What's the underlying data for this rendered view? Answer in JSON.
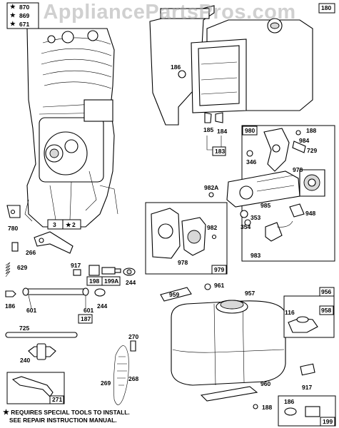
{
  "watermark": "AppliancePartsPros.com",
  "callouts": {
    "c870": "870",
    "c869": "869",
    "c671": "671",
    "c180": "180",
    "c186a": "186",
    "c185": "185",
    "c184": "184",
    "c183": "183",
    "c980": "980",
    "c188a": "188",
    "c984": "984",
    "c729": "729",
    "c346": "346",
    "c978a": "978",
    "c982a": "982A",
    "c985": "985",
    "c353": "353",
    "c354": "354",
    "c948": "948",
    "c983": "983",
    "c982": "982",
    "c978b": "978",
    "c979": "979",
    "c780": "780",
    "c3": "3",
    "c2": "2",
    "c266": "266",
    "c629": "629",
    "c917a": "917",
    "c198": "198",
    "c199a": "199A",
    "c244a": "244",
    "c186b": "186",
    "c601a": "601",
    "c601b": "601",
    "c244b": "244",
    "c187": "187",
    "c725": "725",
    "c240": "240",
    "c270": "270",
    "c268": "268",
    "c269": "269",
    "c271": "271",
    "c959": "959",
    "c961": "961",
    "c957": "957",
    "c956": "956",
    "c116": "116",
    "c958": "958",
    "c960": "960",
    "c917b": "917",
    "c188b": "188",
    "c186c": "186",
    "c199": "199"
  },
  "footnote": {
    "star": "★",
    "line1": "REQUIRES SPECIAL TOOLS TO INSTALL.",
    "line2": "SEE REPAIR INSTRUCTION MANUAL."
  }
}
